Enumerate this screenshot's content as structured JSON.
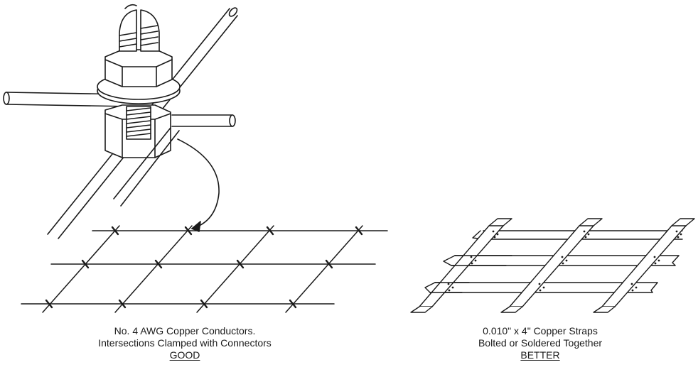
{
  "left_panel": {
    "caption_line1": "No. 4 AWG Copper Conductors.",
    "caption_line2": "Intersections Clamped with Connectors",
    "rating": "GOOD"
  },
  "right_panel": {
    "caption_line1": "0.010\" x 4\" Copper Straps",
    "caption_line2": "Bolted or Soldered Together",
    "rating": "BETTER"
  },
  "colors": {
    "ink": "#1a1a1a",
    "strap_fill": "#ffffff",
    "background": "#ffffff"
  }
}
